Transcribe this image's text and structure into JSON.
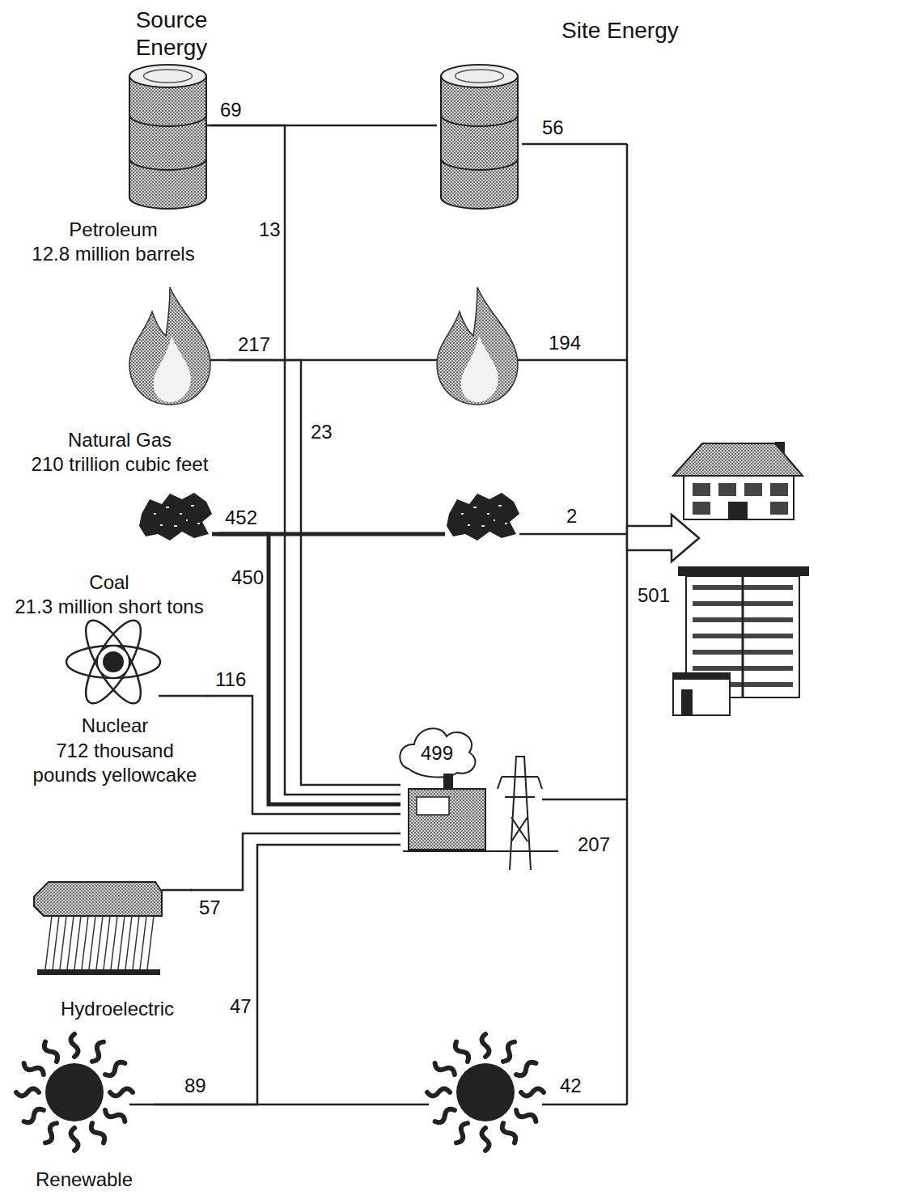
{
  "diagram": {
    "nodes": [
      {
        "text": [
          "Petroleum",
          "12.8 million barrels"
        ]
      },
      {
        "text": [
          "Natural Gas",
          "210 trillion cubic feet"
        ]
      },
      {
        "text": [
          "Coal",
          "21.3 million short tons"
        ]
      },
      {
        "text": [
          "Nuclear",
          "712 thousand pounds yellowcake"
        ]
      },
      {
        "text": [
          "499"
        ]
      },
      {
        "text": [
          "Hydroelectric"
        ]
      },
      {
        "text": [
          "Renewable"
        ]
      }
    ],
    "edges": [
      {
        "from": 0,
        "to": 4,
        "label": "13",
        "arrow": "none"
      },
      {
        "from": 1,
        "to": 4,
        "label": "23",
        "arrow": "none"
      },
      {
        "from": 2,
        "to": 4,
        "label": "450",
        "arrow": "none"
      },
      {
        "from": 3,
        "to": 4,
        "label": "116",
        "arrow": "none"
      },
      {
        "from": 5,
        "to": 4,
        "label": "57",
        "arrow": "none"
      },
      {
        "from": 6,
        "to": 4,
        "label": "47",
        "arrow": "none"
      }
    ],
    "labels": [
      "Source Energy",
      "Site Energy",
      "69",
      "217",
      "452",
      "89",
      "56",
      "194",
      "2",
      "42",
      "207",
      "501"
    ]
  }
}
